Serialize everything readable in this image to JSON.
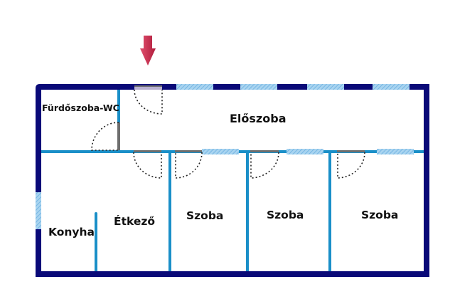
{
  "floorplan": {
    "rooms": [
      {
        "id": "bathroom",
        "label": "Fürdőszoba-WC"
      },
      {
        "id": "hall",
        "label": "Előszoba"
      },
      {
        "id": "kitchen",
        "label": "Konyha"
      },
      {
        "id": "dining",
        "label": "Étkező"
      },
      {
        "id": "room1",
        "label": "Szoba"
      },
      {
        "id": "room2",
        "label": "Szoba"
      },
      {
        "id": "room3",
        "label": "Szoba"
      }
    ],
    "entrance_marker": "entrance-arrow-icon",
    "colors": {
      "exterior_wall": "#0a0a78",
      "interior_wall": "#1a8fc8",
      "window_fill": "#a8d4f0",
      "window_hatch": "#6aaee0",
      "door_leaf": "#6e6e6e",
      "entrance_door": "#b8b0d0",
      "door_swing": "#222222",
      "arrow": "#c8284a",
      "label": "#111111"
    }
  }
}
